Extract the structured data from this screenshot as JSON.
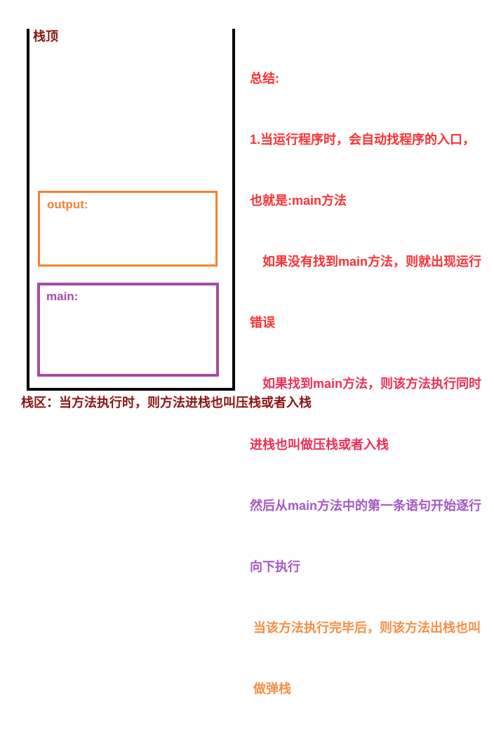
{
  "colors": {
    "frame_black": "#000000",
    "dark_red": "#8B1414",
    "red": "#FB3134",
    "crimson": "#EC3057",
    "purple": "#A658C6",
    "orange": "#F78E42",
    "orange_box": "#F5812F",
    "purple_box": "#A64CA6"
  },
  "stack": {
    "top_label": "栈顶",
    "caption": "栈区：当方法执行时，则方法进栈也叫压栈或者入栈",
    "frames": {
      "output": {
        "label": "output:"
      },
      "main": {
        "label": "main:"
      }
    }
  },
  "summary": {
    "lines": [
      {
        "text": "总结:",
        "color": "red"
      },
      {
        "text": "1.当运行程序时，会自动找程序的入口，",
        "color": "red"
      },
      {
        "text": "也就是:main方法",
        "color": "red"
      },
      {
        "text": "　如果没有找到main方法，则就出现运行",
        "color": "red"
      },
      {
        "text": "错误",
        "color": "red"
      },
      {
        "text": "　如果找到main方法，则该方法执行同时",
        "color": "crimson"
      },
      {
        "text": "进栈也叫做压栈或者入栈",
        "color": "crimson"
      },
      {
        "text": "然后从main方法中的第一条语句开始逐行",
        "color": "purple"
      },
      {
        "text": "向下执行",
        "color": "purple"
      },
      {
        "text": " 当该方法执行完毕后，则该方法出栈也叫",
        "color": "orange"
      },
      {
        "text": " 做弹栈",
        "color": "orange"
      }
    ]
  }
}
